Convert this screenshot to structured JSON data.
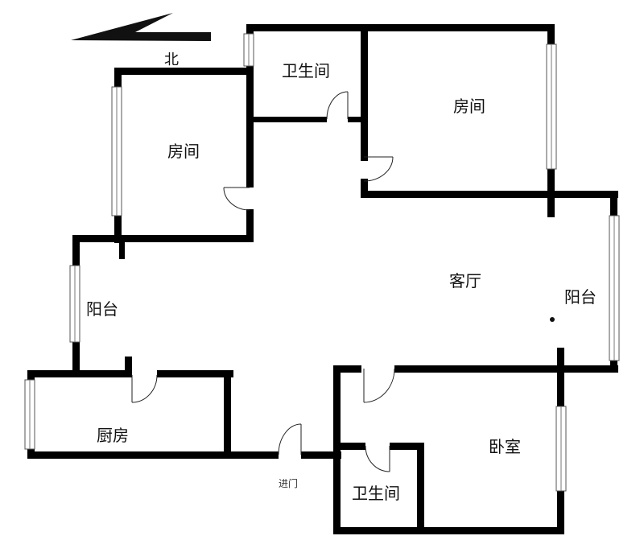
{
  "compass": {
    "label": "北"
  },
  "rooms": {
    "bathroom_top": "卫生间",
    "bedroom_ne": "房间",
    "bedroom_nw": "房间",
    "living_room": "客厅",
    "balcony_west": "阳台",
    "balcony_east": "阳台",
    "kitchen": "厨房",
    "master_bedroom": "卧室",
    "bathroom_bottom": "卫生间"
  },
  "entrance": {
    "label": "进门"
  },
  "colors": {
    "wall": "#000000",
    "background": "#ffffff"
  }
}
